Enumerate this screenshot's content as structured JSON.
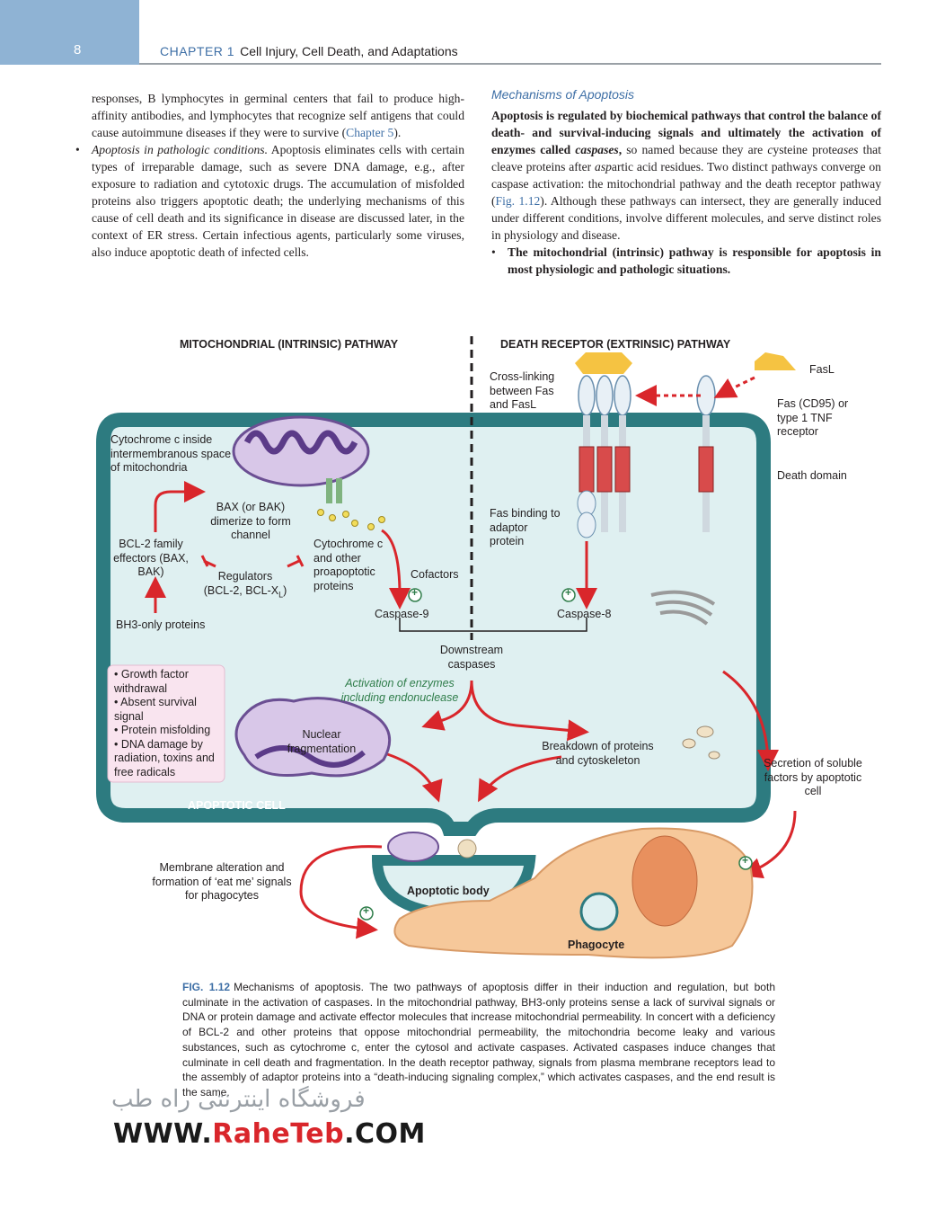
{
  "header": {
    "page_number": "8",
    "chapter_label": "CHAPTER 1",
    "chapter_title": "Cell Injury, Cell Death, and Adaptations"
  },
  "left_column": {
    "para1_text": "responses, B lymphocytes in germinal centers that fail to produce high-affinity antibodies, and lymphocytes that recognize self antigens that could cause autoimmune diseases if they were to survive (",
    "para1_link": "Chapter 5",
    "para1_end": ").",
    "bullet_marker": "•",
    "bullet2_italic": "Apoptosis in pathologic conditions.",
    "bullet2_text": " Apoptosis eliminates cells with certain types of irreparable damage, such as severe DNA damage, e.g., after exposure to radiation and cytotoxic drugs. The accumulation of misfolded proteins also triggers apoptotic death; the underlying mechanisms of this cause of cell death and its significance in disease are discussed later, in the context of ER stress. Certain infectious agents, particularly some viruses, also induce apoptotic death of infected cells."
  },
  "right_column": {
    "subhead": "Mechanisms of Apoptosis",
    "bold_intro": "Apoptosis is regulated by biochemical pathways that control the balance of death- and survival-inducing signals and ultimately the activation of enzymes called ",
    "bold_caspases": "caspases",
    "bold_comma": ",",
    "text_a": " so named because they are ",
    "italic_cy": "c",
    "text_b": "ysteine prote",
    "italic_ases": "ases",
    "text_c": " that cleave proteins after ",
    "italic_asp": "asp",
    "text_d": "artic acid residues. Two distinct pathways converge on caspase activation: the mitochondrial pathway and the death receptor pathway (",
    "fig_link": "Fig. 1.12",
    "text_e": "). Although these pathways can intersect, they are generally induced under different conditions, involve different molecules, and serve distinct roles in physiology and disease.",
    "bullet_bold": "The mitochondrial (intrinsic) pathway is responsible for apoptosis in most physiologic and pathologic situations."
  },
  "figure": {
    "title_left": "MITOCHONDRIAL (INTRINSIC) PATHWAY",
    "title_right": "DEATH RECEPTOR (EXTRINSIC) PATHWAY",
    "fasl": "FasL",
    "cross_linking": "Cross-linking between Fas and FasL",
    "fas_receptor": "Fas (CD95) or type 1 TNF receptor",
    "death_domain": "Death domain",
    "fas_binding": "Fas binding to adaptor protein",
    "cyto_inside": "Cytochrome c inside intermembranous space of mitochondria",
    "bax_dimerize": "BAX (or BAK) dimerize to form channel",
    "bcl2_effectors": "BCL-2 family effectors (BAX, BAK)",
    "regulators": "Regulators",
    "regulators_list_a": "(BCL-2, BCL-X",
    "regulators_sub": "L",
    "regulators_list_b": ")",
    "cyto_other": "Cytochrome c and other proapoptotic proteins",
    "cofactors": "Cofactors",
    "caspase9": "Caspase-9",
    "caspase8": "Caspase-8",
    "bh3": "BH3-only proteins",
    "downstream": "Downstream caspases",
    "triggers": [
      "Growth factor withdrawal",
      "Absent survival signal",
      "Protein misfolding",
      "DNA damage by radiation, toxins and free radicals"
    ],
    "activation": "Activation of enzymes including endonuclease",
    "nuclear": "Nuclear fragmentation",
    "breakdown": "Breakdown of proteins and cytoskeleton",
    "secretion": "Secretion of soluble factors by apoptotic cell",
    "apoptotic_cell": "APOPTOTIC CELL",
    "membrane_alteration": "Membrane alteration and formation of ‘eat me’ signals for phagocytes",
    "apoptotic_body": "Apoptotic body",
    "phagocyte": "Phagocyte",
    "plus_sign": "+"
  },
  "caption": {
    "label": "FIG. 1.12",
    "text": "Mechanisms of apoptosis. The two pathways of apoptosis differ in their induction and regulation, but both culminate in the activation of caspases. In the mitochondrial pathway, BH3-only proteins sense a lack of survival signals or DNA or protein damage and activate effector molecules that increase mitochondrial permeability. In concert with a deficiency of BCL-2 and other proteins that oppose mitochondrial permeability, the mitochondria become leaky and various substances, such as cytochrome c, enter the cytosol and activate caspases. Activated caspases induce changes that culminate in cell death and fragmentation. In the death receptor pathway, signals from plasma membrane receptors lead to the assembly of adaptor proteins into a “death-inducing signaling complex,” which activates caspases, and the end result is the same."
  },
  "watermark": {
    "persian": "فروشگاه اینترنتی راه طب",
    "url_prefix": "WWW.",
    "url_brand": "RaheTeb",
    "url_suffix": ".COM"
  },
  "colors": {
    "accent_blue": "#3e6fa6",
    "header_tab": "#8fb3d4",
    "arrow_red": "#d9262b",
    "cell_fill": "#dff0f1",
    "cell_border": "#2d7b80",
    "phagocyte": "#f6c89a"
  }
}
